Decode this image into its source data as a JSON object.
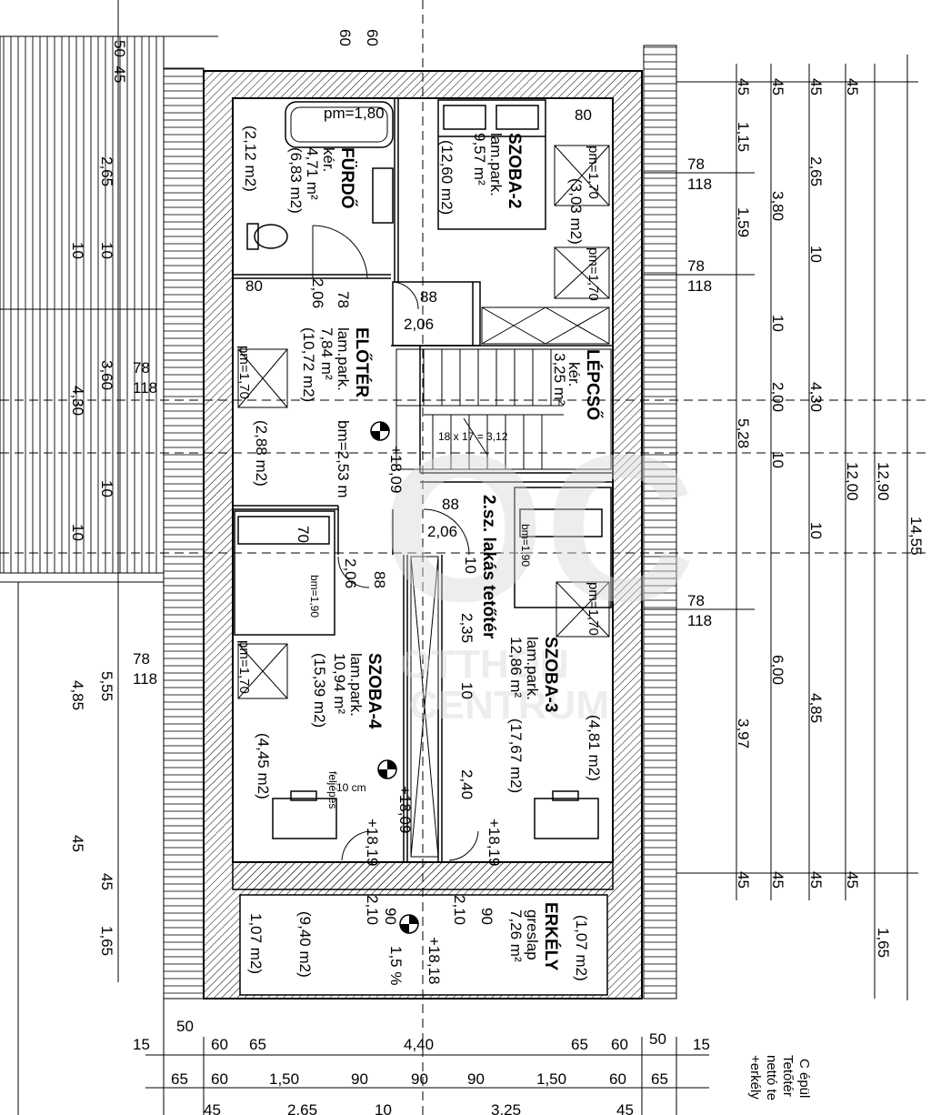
{
  "apartment_title": "2.sz. lakás tetőtér",
  "watermark": {
    "logo": "OC",
    "line1": "OTTHON",
    "line2": "CENTRUM"
  },
  "rooms": {
    "furdo": {
      "name": "FÜRDŐ",
      "floor": "kér.",
      "area": "4,71 m²",
      "gross": "(6,83 m2)",
      "extra": "(2,12 m2)"
    },
    "szoba2": {
      "name": "SZOBA-2",
      "floor": "lam.park.",
      "area": "9,57 m²",
      "gross": "(12,60 m2)",
      "extra": "(3,03 m2)"
    },
    "eloter": {
      "name": "ELŐTÉR",
      "floor": "lam.park.",
      "area": "7,84 m²",
      "gross": "(10,72 m2)",
      "extra": "(2,88 m2)",
      "bm": "bm=2,53 m"
    },
    "lepcso": {
      "name": "LÉPCSŐ",
      "floor": "kér.",
      "area": "3,25 m²"
    },
    "szoba3": {
      "name": "SZOBA-3",
      "floor": "lam.park.",
      "area": "12,86 m²",
      "gross": "(17,67 m2)",
      "extra": "(4,81 m2)"
    },
    "szoba4": {
      "name": "SZOBA-4",
      "floor": "lam.park.",
      "area": "10,94 m²",
      "gross": "(15,39 m2)",
      "extra": "(4,45 m2)"
    },
    "erkely": {
      "name": "ERKÉLY",
      "floor": "greslap",
      "area": "7,26 m²",
      "gross": "(9,40 m2)",
      "extra_left": "1,07 m2)",
      "extra_right": "(1,07 m2)"
    }
  },
  "marks": {
    "pm180": "pm=1,80",
    "pm170": "pm=1,70",
    "bm190": "bm=1,90",
    "lvl1809": "+18,09",
    "lvl1819": "+18,19",
    "lvl1818": "+18,18",
    "slope": "1,5 %",
    "note_10cm": "10 cm",
    "note_fel": "feljépés",
    "stair_label": "18 x 17 = 3,12"
  },
  "dims": {
    "d80": "80",
    "d78": "78",
    "d118": "118",
    "d88": "88",
    "d206": "2,06",
    "d70": "70",
    "d10": "10",
    "d235": "2,35",
    "d240": "2,40",
    "d210": "2,10",
    "d90": "90",
    "d45": "45",
    "d50": "50",
    "d15": "15",
    "d60": "60",
    "d65": "65",
    "d150": "1,50",
    "d440": "4,40",
    "d265": "2,65",
    "d325": "3,25",
    "left_265": "2,65",
    "left_360": "3,60",
    "left_430": "4,30",
    "left_485": "4,85",
    "left_555": "5,55",
    "left_165": "1,65",
    "left_5045": "50–45",
    "left_60": "60",
    "r_115": "1,15",
    "r_159": "1,59",
    "r_528": "5,28",
    "r_397": "3,97",
    "r_380": "3,80",
    "r_200": "2,00",
    "r_600": "6,00",
    "r_265": "2,65",
    "r_430": "4,30",
    "r_485": "4,85",
    "r_1200": "12,00",
    "r_1290": "12,90",
    "r_1455": "14,55",
    "r_165": "1,65"
  },
  "side_note": [
    "C épül",
    "Tetőtér",
    "nettó te",
    "+erkély"
  ]
}
